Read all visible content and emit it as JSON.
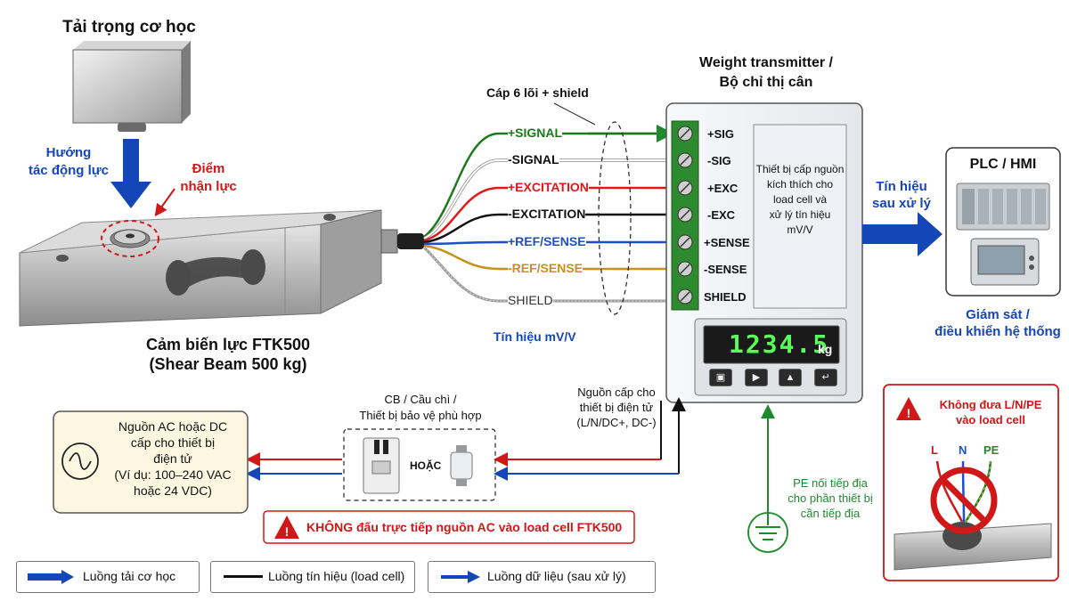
{
  "titles": {
    "mechanical_load": "Tải trọng cơ học",
    "force_direction": [
      "Hướng",
      "tác động lực"
    ],
    "force_point": [
      "Điểm",
      "nhận lực"
    ],
    "sensor_name": [
      "Cảm biến lực FTK500",
      "(Shear Beam 500 kg)"
    ],
    "cable": "Cáp 6 lõi + shield",
    "signal_mv": "Tín hiệu mV/V",
    "transmitter": [
      "Weight transmitter /",
      "Bộ chỉ thị cân"
    ],
    "transmitter_desc": [
      "Thiết bị cấp nguồn",
      "kích thích cho",
      "load cell và",
      "xử lý tín hiệu",
      "mV/V"
    ],
    "processed_signal": [
      "Tín hiệu",
      "sau xử lý"
    ],
    "plc": "PLC / HMI",
    "monitoring": [
      "Giám sát /",
      "điều khiển hệ thống"
    ],
    "power_for_device": [
      "Nguồn cấp cho",
      "thiết bị điện tử",
      "(L/N/DC+, DC-)"
    ],
    "protection": [
      "CB / Cầu chì /",
      "Thiết bị bảo vệ phù hợp"
    ],
    "or": "HOẶC",
    "source": [
      "Nguồn AC hoặc DC",
      "cấp cho thiết bị",
      "điện tử",
      "(Ví dụ: 100–240 VAC",
      "hoặc 24 VDC)"
    ],
    "pe_note": [
      "PE nối tiếp địa",
      "cho phần thiết bị",
      "cần tiếp địa"
    ],
    "warning_ac": "KHÔNG đấu trực tiếp nguồn AC vào load cell FTK500",
    "warning_lnpe": [
      "Không đưa L/N/PE",
      "vào load cell"
    ],
    "lnpe_labels": [
      "L",
      "N",
      "PE"
    ]
  },
  "wires": [
    {
      "label": "+SIGNAL",
      "color": "#1c7a1c"
    },
    {
      "label": "-SIGNAL",
      "color": "#ffffff"
    },
    {
      "label": "+EXCITATION",
      "color": "#e01818"
    },
    {
      "label": "-EXCITATION",
      "color": "#111111"
    },
    {
      "label": "+REF/SENSE",
      "color": "#1c4fd0"
    },
    {
      "label": "-REF/SENSE",
      "color": "#c89018"
    },
    {
      "label": "SHIELD",
      "color": "#9a9a9a"
    }
  ],
  "terminals": [
    "+SIG",
    "-SIG",
    "+EXC",
    "-EXC",
    "+SENSE",
    "-SENSE",
    "SHIELD"
  ],
  "display": {
    "value": "1234.5",
    "unit": "kg"
  },
  "buttons": [
    "menu",
    "right",
    "up",
    "enter"
  ],
  "legend": [
    {
      "label": "Luồng tải cơ học"
    },
    {
      "label": "Luồng tín hiệu (load cell)"
    },
    {
      "label": "Luồng dữ liệu (sau xử lý)"
    }
  ],
  "colors": {
    "accent_blue": "#1446b8",
    "warning_red": "#d01818",
    "ground_green": "#1f8a2c"
  }
}
